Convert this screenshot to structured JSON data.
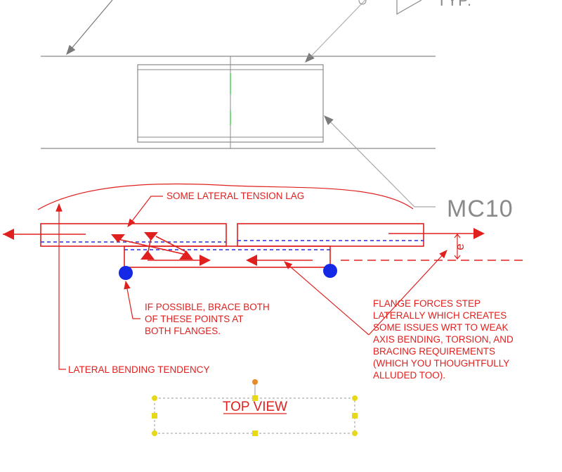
{
  "notes": {
    "tension_lag": "SOME LATERAL TENSION LAG",
    "brace_points": [
      "IF POSSIBLE, BRACE BOTH",
      "OF THESE POINTS AT",
      "BOTH FLANGES."
    ],
    "lateral_bending": "LATERAL BENDING TENDENCY",
    "flange_forces": [
      "FLANGE FORCES STEP",
      "LATERALLY WHICH CREATES",
      "SOME ISSUES WRT TO WEAK",
      "AXIS BENDING, TORSION, AND",
      "BRACING REQUIREMENTS",
      "(WHICH YOU THOUGHTFULLY",
      "ALLUDED TOO)."
    ]
  },
  "member_label": "MC10",
  "top_label_fragment": "TYP.",
  "eccentricity_label": "e",
  "view_title": "TOP VIEW",
  "colors": {
    "annotation": "#e0201e",
    "dashed_centerline": "#2b2bd6",
    "brace_point": "#1428e6",
    "drawing_lines": "#8a8a8a",
    "leader": "#a8a8a8",
    "selection_handle": "#e8c81a",
    "rotate_handle": "#e88a2a"
  }
}
